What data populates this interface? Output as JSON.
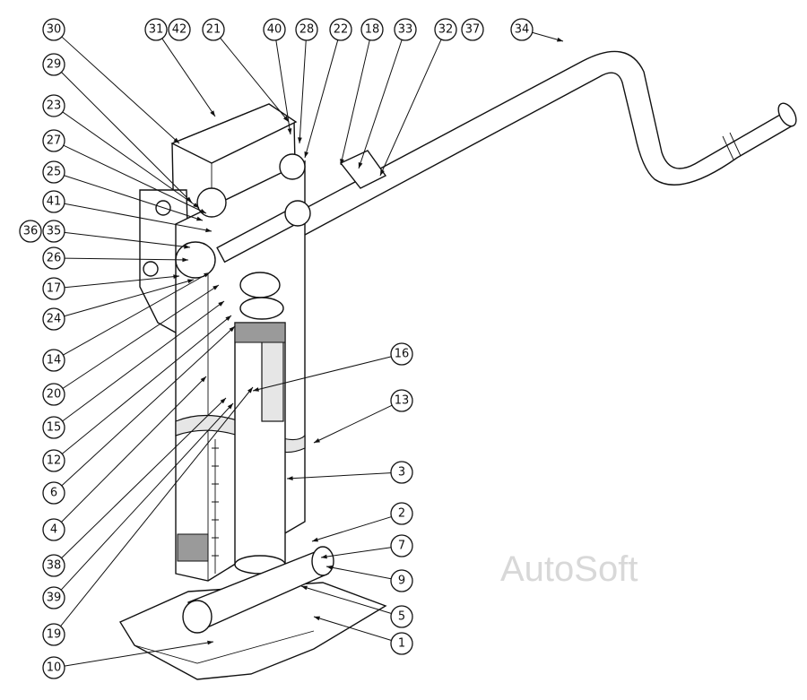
{
  "watermark": "AutoSoft",
  "callouts": [
    {
      "id": "30",
      "label": "30"
    },
    {
      "id": "31",
      "label": "31"
    },
    {
      "id": "42",
      "label": "42"
    },
    {
      "id": "21",
      "label": "21"
    },
    {
      "id": "40",
      "label": "40"
    },
    {
      "id": "28",
      "label": "28"
    },
    {
      "id": "22",
      "label": "22"
    },
    {
      "id": "18",
      "label": "18"
    },
    {
      "id": "33",
      "label": "33"
    },
    {
      "id": "32",
      "label": "32"
    },
    {
      "id": "37",
      "label": "37"
    },
    {
      "id": "34",
      "label": "34"
    },
    {
      "id": "29",
      "label": "29"
    },
    {
      "id": "23",
      "label": "23"
    },
    {
      "id": "27",
      "label": "27"
    },
    {
      "id": "25",
      "label": "25"
    },
    {
      "id": "41",
      "label": "41"
    },
    {
      "id": "36",
      "label": "36"
    },
    {
      "id": "35",
      "label": "35"
    },
    {
      "id": "26",
      "label": "26"
    },
    {
      "id": "17",
      "label": "17"
    },
    {
      "id": "24",
      "label": "24"
    },
    {
      "id": "14",
      "label": "14"
    },
    {
      "id": "20",
      "label": "20"
    },
    {
      "id": "15",
      "label": "15"
    },
    {
      "id": "12",
      "label": "12"
    },
    {
      "id": "6",
      "label": "6"
    },
    {
      "id": "4",
      "label": "4"
    },
    {
      "id": "38",
      "label": "38"
    },
    {
      "id": "39",
      "label": "39"
    },
    {
      "id": "19",
      "label": "19"
    },
    {
      "id": "10",
      "label": "10"
    },
    {
      "id": "16",
      "label": "16"
    },
    {
      "id": "13",
      "label": "13"
    },
    {
      "id": "3",
      "label": "3"
    },
    {
      "id": "2",
      "label": "2"
    },
    {
      "id": "7",
      "label": "7"
    },
    {
      "id": "9",
      "label": "9"
    },
    {
      "id": "5",
      "label": "5"
    },
    {
      "id": "1",
      "label": "1"
    }
  ]
}
